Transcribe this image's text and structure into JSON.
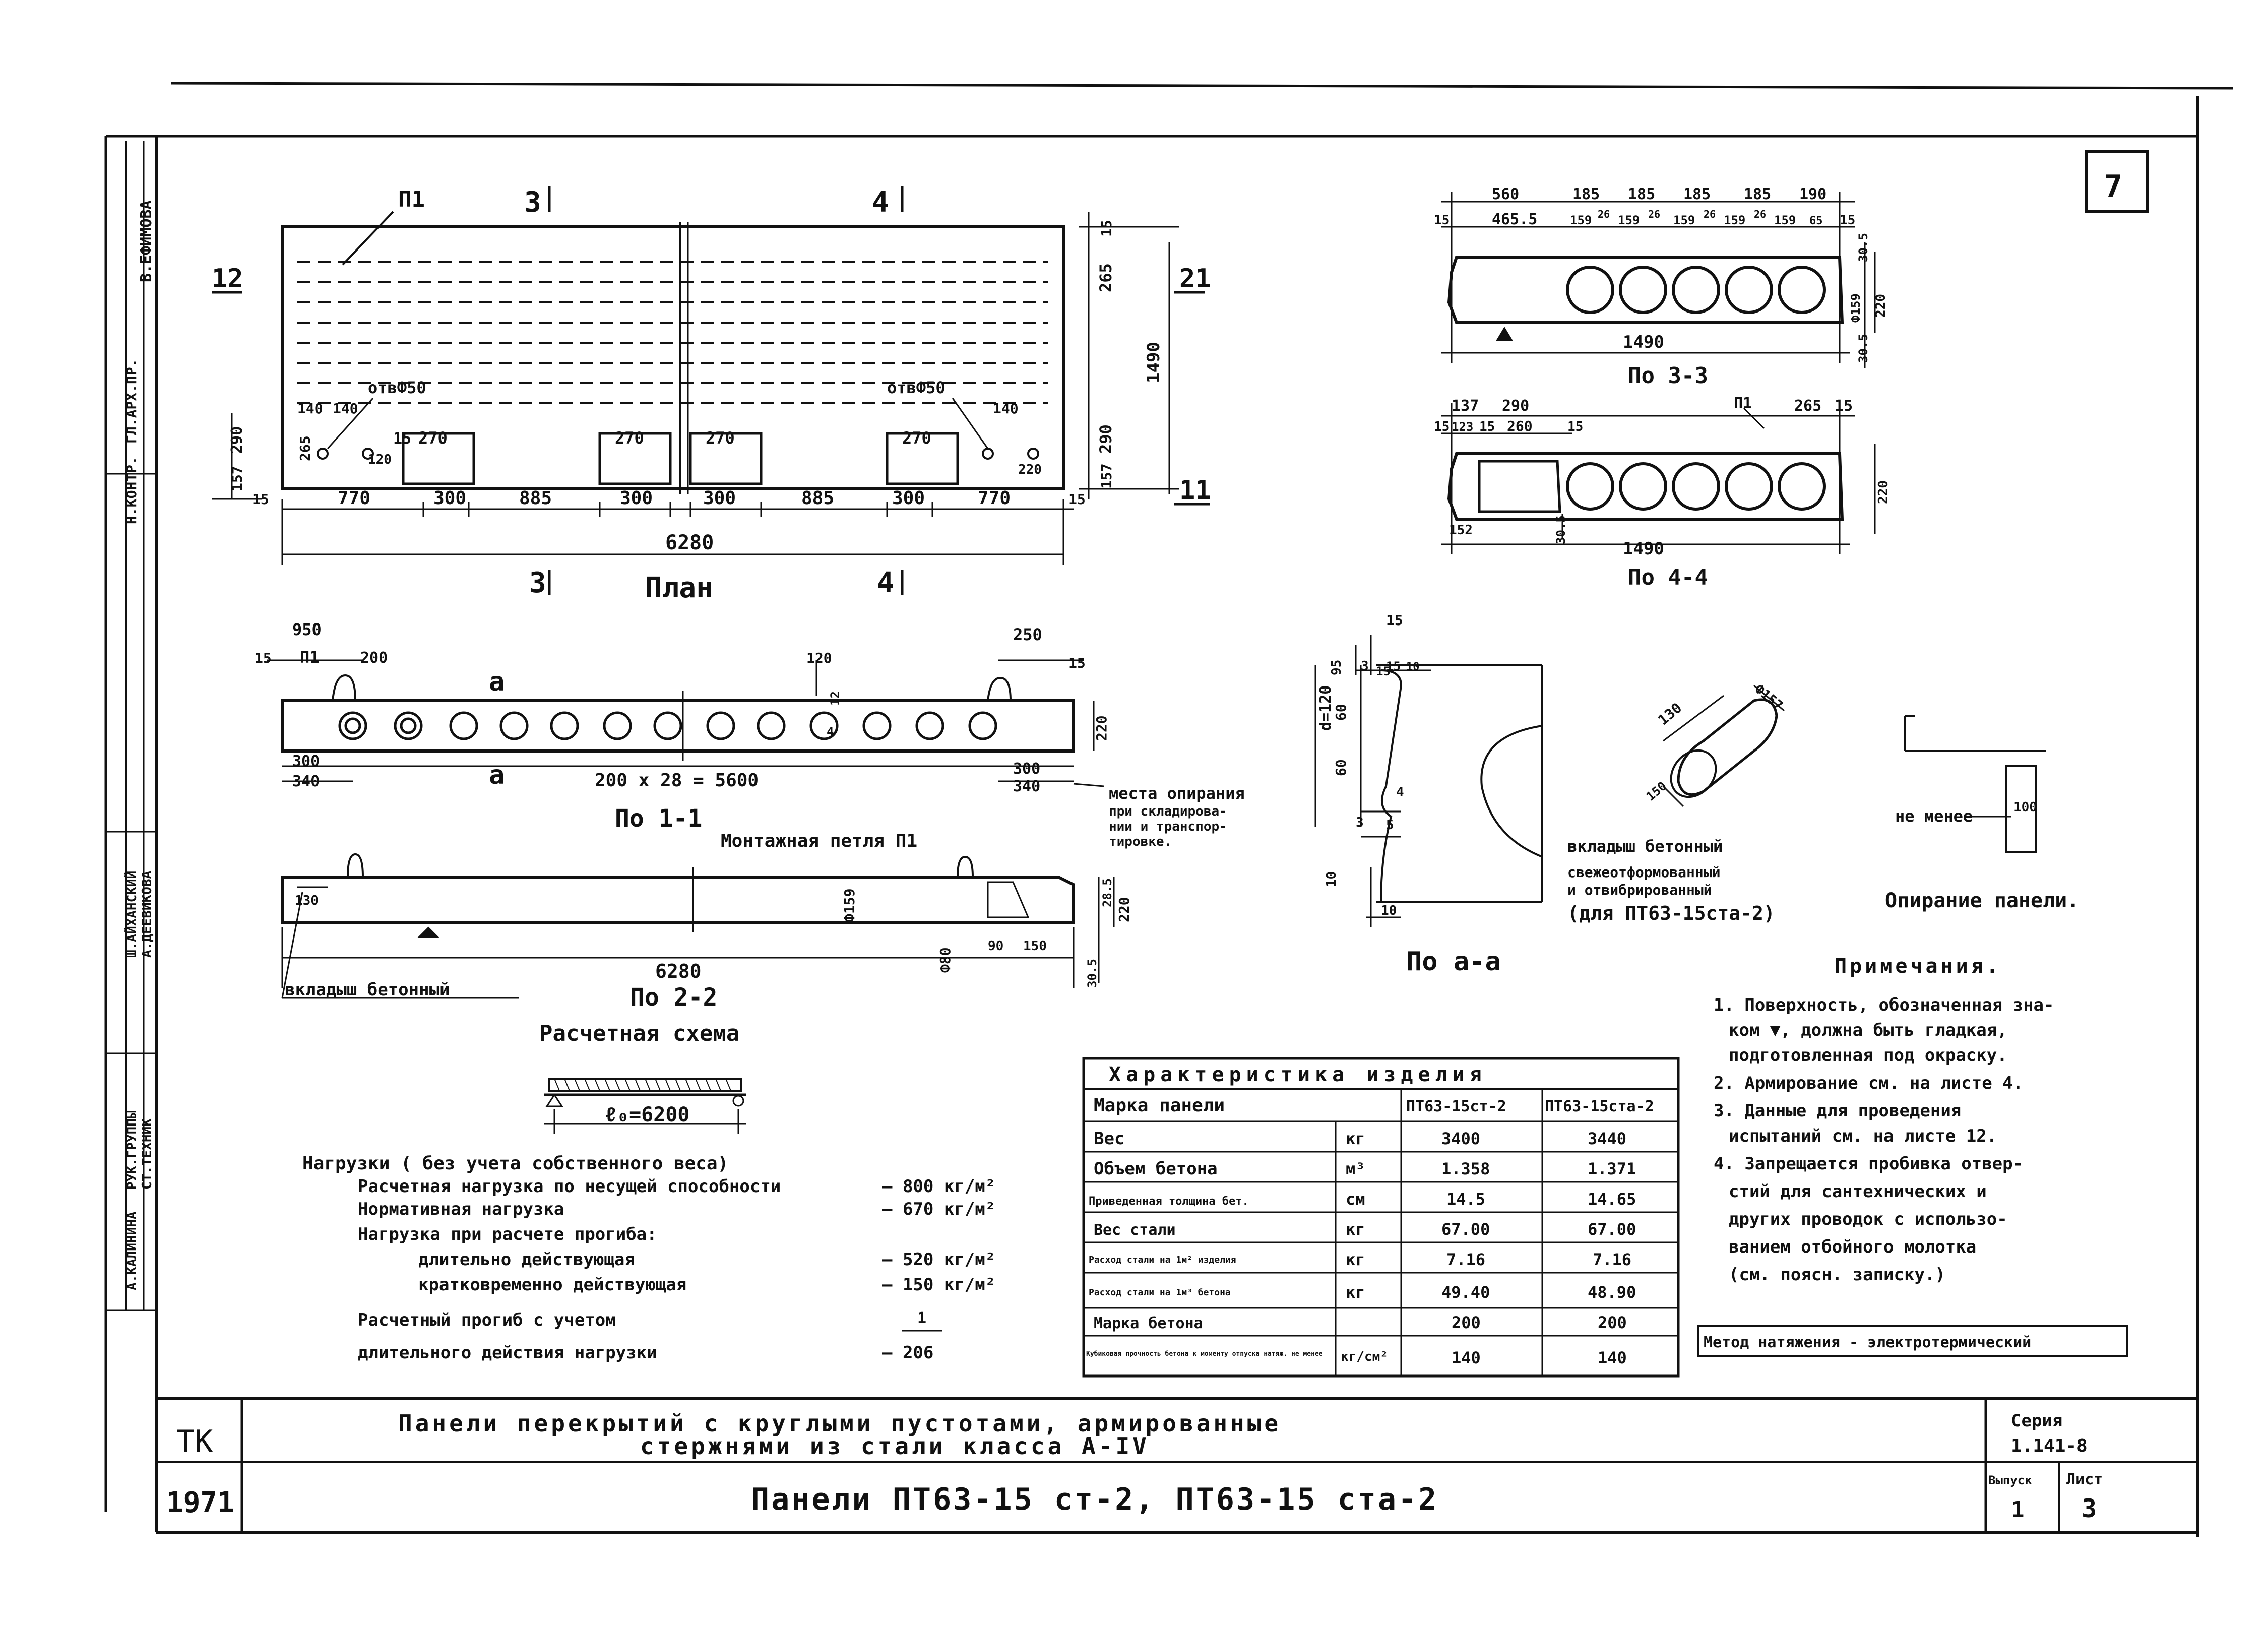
{
  "sheet": {
    "sheet_number_box": "7",
    "stamp_left": [
      "В.ЕФИМОВА",
      "ГЛ.АРХ.ПР.",
      "Н.КОНТР.",
      "Ш.АЙХАНСКИЙ",
      "А.ДЕЕВИКОВА",
      "РУК.ГРУППЫ",
      "СТ.ТЕХНИК",
      "А.КАЛИНИНА"
    ]
  },
  "plan": {
    "title": "План",
    "sec3": "3",
    "sec4": "4",
    "sec12": "12",
    "sec21": "21",
    "sec11": "11",
    "p1_label": "П1",
    "hole_label": "отвФ50",
    "dims_bottom": [
      "15",
      "770",
      "300",
      "885",
      "300",
      "300",
      "885",
      "300",
      "770",
      "15"
    ],
    "total_len": "6280",
    "window": "270",
    "window_side": "15",
    "dims_right": [
      "15",
      "265",
      "1490",
      "290",
      "157"
    ],
    "dims_left": [
      "290",
      "157",
      "265",
      "140",
      "140"
    ],
    "small_dims": [
      "120",
      "220",
      "140"
    ]
  },
  "sec33": {
    "title": "По 3-3",
    "top_dims": [
      "560",
      "185",
      "185",
      "185",
      "185",
      "190"
    ],
    "mid_dims": [
      "15",
      "465.5",
      "159",
      "26",
      "159",
      "26",
      "159",
      "26",
      "159",
      "26",
      "159",
      "65",
      "15"
    ],
    "width": "1490",
    "right_dims": [
      "30.5",
      "Ф159",
      "220",
      "30.5"
    ]
  },
  "sec44": {
    "title": "По 4-4",
    "top_dims": [
      "137",
      "290",
      "П1",
      "265",
      "15"
    ],
    "mid_dims": [
      "15",
      "123",
      "15",
      "260",
      "15"
    ],
    "width": "1490",
    "side_dims": [
      "152",
      "30.5",
      "220"
    ]
  },
  "sec11v": {
    "title": "По 1-1",
    "label_a": "a",
    "dims_top": [
      "950",
      "15",
      "П1",
      "200",
      "120",
      "250",
      "15"
    ],
    "span": "200 х 28 = 5600",
    "dims_left": [
      "300",
      "340"
    ],
    "dims_right": [
      "300",
      "340",
      "220",
      "12",
      "4"
    ],
    "support_note": [
      "места опирания",
      "при складирова-",
      "нии и транспор-",
      "тировке."
    ]
  },
  "sec22": {
    "title": "По 2-2",
    "loop_note": "Монтажная петля П1",
    "insert_note": "вкладыш бетонный",
    "len": "6280",
    "dims": [
      "130",
      "Ф159",
      "Ф80",
      "90",
      "150",
      "30.5",
      "28.5",
      "220"
    ]
  },
  "detail_aa": {
    "title": "По а-а",
    "dims": [
      "15",
      "15",
      "d=120",
      "95",
      "60",
      "60",
      "3",
      "15",
      "10",
      "4",
      "3",
      "5",
      "10",
      "10"
    ]
  },
  "insert": {
    "dims": [
      "130",
      "Ф157",
      "150"
    ],
    "note": [
      "вкладыш бетонный",
      "свежеотформованный",
      "и отвибрированный",
      "(для ПТ63-15ста-2)"
    ]
  },
  "support": {
    "note": "не менее",
    "dim": "100",
    "title": "Опирание панели."
  },
  "scheme": {
    "title": "Расчетная схема",
    "span": "ℓ₀=6200",
    "loads_title": "Нагрузки ( без учета собственного веса)",
    "rows": [
      {
        "label": "Расчетная нагрузка по несущей способности",
        "value": "– 800 кг/м²"
      },
      {
        "label": "Нормативная нагрузка",
        "value": "– 670 кг/м²"
      },
      {
        "label": "Нагрузка при расчете прогиба:",
        "value": ""
      },
      {
        "label": "длительно действующая",
        "value": "– 520 кг/м²"
      },
      {
        "label": "кратковременно действующая",
        "value": "– 150 кг/м²"
      },
      {
        "label": "Расчетный прогиб с учетом",
        "value": "1"
      },
      {
        "label": "длительного действия нагрузки",
        "value": "– 206"
      }
    ]
  },
  "table": {
    "title": "Характеристика изделия",
    "header": [
      "Марка панели",
      "",
      "ПТ63-15ст-2",
      "ПТ63-15ста-2"
    ],
    "rows": [
      [
        "Вес",
        "кг",
        "3400",
        "3440"
      ],
      [
        "Объем бетона",
        "м³",
        "1.358",
        "1.371"
      ],
      [
        "Приведенная толщина бет.",
        "см",
        "14.5",
        "14.65"
      ],
      [
        "Вес стали",
        "кг",
        "67.00",
        "67.00"
      ],
      [
        "Расход стали на 1м² изделия",
        "кг",
        "7.16",
        "7.16"
      ],
      [
        "Расход стали на 1м³ бетона",
        "кг",
        "49.40",
        "48.90"
      ],
      [
        "Марка бетона",
        "",
        "200",
        "200"
      ],
      [
        "Кубиковая прочность бетона к моменту отпуска натяж. не менее",
        "кг/см²",
        "140",
        "140"
      ]
    ]
  },
  "notes": {
    "title": "Примечания.",
    "items": [
      [
        "1. Поверхность, обозначенная зна-",
        "ком ▼, должна быть гладкая,",
        "подготовленная под окраску."
      ],
      [
        "2. Армирование см. на листе 4."
      ],
      [
        "3. Данные для проведения",
        "испытаний см. на листе 12."
      ],
      [
        "4. Запрещается пробивка отвер-",
        "стий для сантехнических и",
        "других проводок с использо-",
        "ванием отбойного молотка",
        "(см. поясн. записку.)"
      ]
    ],
    "method": "Метод натяжения - электротермический"
  },
  "title_block": {
    "org": "ТК",
    "year": "1971",
    "title_line1": "Панели перекрытий с круглыми пустотами, армированные",
    "title_line2": "стержнями из стали класса А-IV",
    "title_line3": "Панели ПТ63-15 ст-2, ПТ63-15 ста-2",
    "series_label": "Серия",
    "series": "1.141-8",
    "issue_label": "Выпуск",
    "issue": "1",
    "sheet_label": "Лист",
    "sheet": "3"
  }
}
